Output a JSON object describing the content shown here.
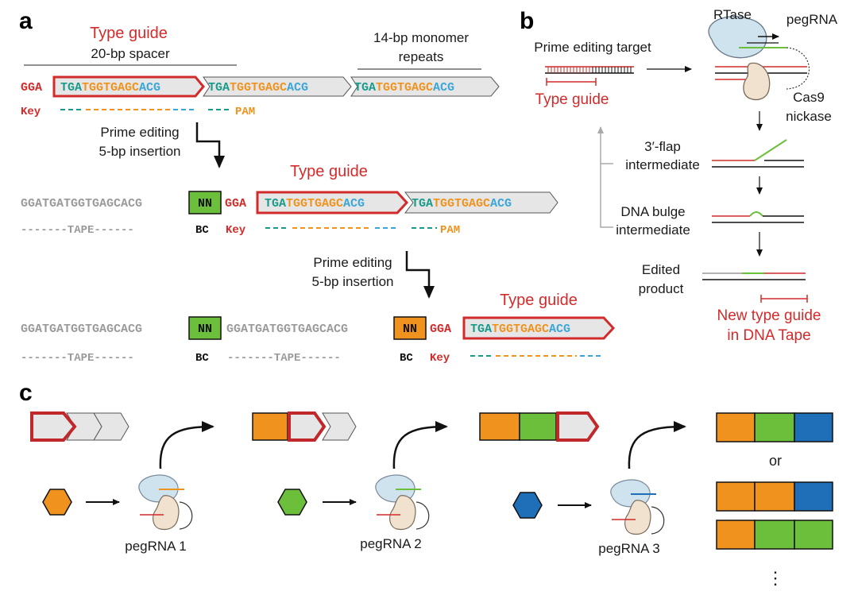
{
  "colors": {
    "red": "#d22b2b",
    "teal": "#1a9a8a",
    "orange": "#f0921e",
    "blue": "#3aa6d8",
    "gray": "#9a9a9a",
    "green": "#6cbf3b",
    "dark_blue": "#1f6fb8",
    "light_gray": "#e6e6e6"
  },
  "panel_a": {
    "label": "a",
    "type_guide": "Type guide",
    "spacer_label": "20-bp spacer",
    "monomer_label_1": "14-bp monomer",
    "monomer_label_2": "repeats",
    "seq_prefix": "GGA",
    "seg_tga": "TGA",
    "seg_mid": "TGGTGAGC",
    "seg_acg": "ACG",
    "key": "Key",
    "pam": "PAM",
    "pe_label_1": "Prime editing",
    "pe_label_2": "5-bp insertion",
    "tape_seq": "GGATGATGGTGAGCACG",
    "nn": "NN",
    "bc": "BC",
    "tape_sub": "-------TAPE------"
  },
  "panel_b": {
    "label": "b",
    "target": "Prime editing target",
    "type_guide": "Type guide",
    "rtase": "RTase",
    "pegrna": "pegRNA",
    "cas9_1": "Cas9",
    "cas9_2": "nickase",
    "flap_1": "3′-flap",
    "flap_2": "intermediate",
    "bulge_1": "DNA bulge",
    "bulge_2": "intermediate",
    "edited_1": "Edited",
    "edited_2": "product",
    "new_1": "New type guide",
    "new_2": "in DNA Tape"
  },
  "panel_c": {
    "label": "c",
    "or": "or",
    "peg1": "pegRNA 1",
    "peg2": "pegRNA 2",
    "peg3": "pegRNA 3",
    "ellipsis": "⋮"
  }
}
